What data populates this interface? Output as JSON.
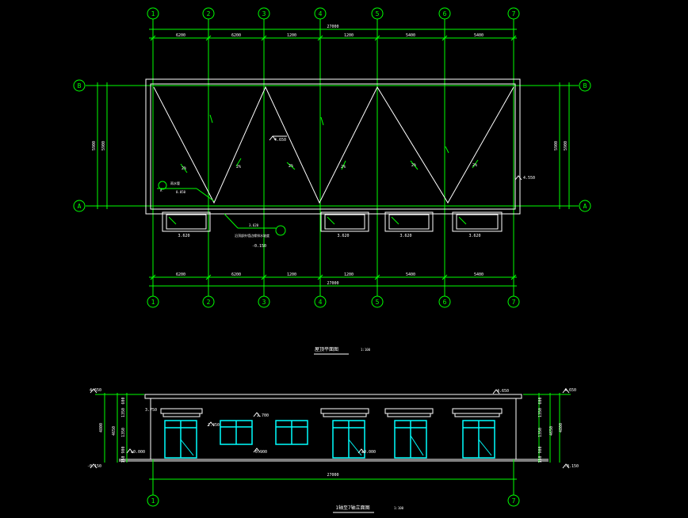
{
  "colors": {
    "grid": "#00ff00",
    "wall": "#ffffff",
    "window": "#00ffff",
    "note": "#ffff00",
    "bg": "#000000"
  },
  "axes_top": [
    "1",
    "2",
    "3",
    "4",
    "5",
    "6",
    "7"
  ],
  "axes_side": [
    "B",
    "A"
  ],
  "plan": {
    "overall": "27000",
    "bays_top": [
      "6200",
      "6200",
      "1200",
      "1200",
      "5400",
      "5400"
    ],
    "bays_bottom": [
      "6200",
      "6200",
      "1200",
      "1200",
      "5400",
      "5400"
    ],
    "depth_outer": "5900",
    "depth_inner": "5900",
    "elevation_roof": "4.650",
    "elevation_right": "4.550",
    "note_small": "0.050",
    "drain_label": "雨水管",
    "drain_tag": "A",
    "slope_label": "2%",
    "entry_elev": "3.620",
    "leader_note": "3.620",
    "ground_elev": "-0.150",
    "bottom_note": "沿顶部外墙边缘排水坡度",
    "title": "屋顶平面图",
    "scale": "1:100"
  },
  "elevation": {
    "title": "1轴至7轴立面图",
    "scale": "1:100",
    "overall": "27000",
    "top_left": "4.650",
    "top_right": "4.650",
    "parapet_right": "4.650",
    "left_mid": "3.750",
    "sill_top": "2.700",
    "head": "2.450",
    "floor": "±0.000",
    "ground_left": "-0.150",
    "ground_right": "-0.150",
    "win_sill": "0.900",
    "floor_mid": "±0.000",
    "left_dims": [
      "600",
      "1350",
      "1350",
      "900",
      "150"
    ],
    "right_dims": [
      "600",
      "1350",
      "1350",
      "900",
      "150"
    ],
    "total_left": "4800",
    "total_right": "4800",
    "sub_left": "4650",
    "sub_right": "4650"
  }
}
